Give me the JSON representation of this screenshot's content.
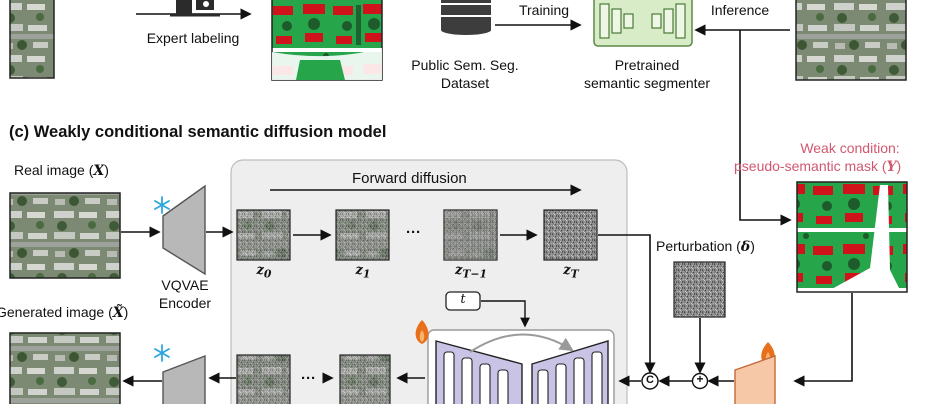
{
  "top": {
    "expert_labeling": "Expert labeling",
    "training": "Training",
    "inference": "Inference",
    "public_dataset_line1": "Public Sem. Seg.",
    "public_dataset_line2": "Dataset",
    "pretrained_line1": "Pretrained",
    "pretrained_line2": "semantic segmenter"
  },
  "section_c": {
    "title": "(c) Weakly conditional semantic diffusion model",
    "real_image": "Real image",
    "real_image_symbol": "X",
    "generated_image": "Generated image",
    "generated_image_symbol": "X̃",
    "vqvae_line1": "VQVAE",
    "vqvae_line2": "Encoder",
    "forward_diffusion": "Forward diffusion",
    "latents": [
      "z0",
      "z1",
      "zT−1",
      "zT"
    ],
    "latent_base": "z",
    "latent_subscripts": [
      "0",
      "1",
      "T−1",
      "T"
    ],
    "ellipsis": "···",
    "time_step": "t",
    "perturbation": "Perturbation",
    "perturbation_symbol": "δ",
    "weak_condition_line1": "Weak condition:",
    "weak_condition_line2": "pseudo-semantic mask",
    "weak_condition_symbol": "Y",
    "concat_symbol": "C",
    "add_symbol": "+"
  },
  "colors": {
    "accent_pink": "#d1586f",
    "mask_red": "#d0131b",
    "mask_green": "#27a54b",
    "mask_dark_green": "#1d5b2a",
    "encoder_gray": "#b8b8b8",
    "unet_purple": "#c9c3e6",
    "segmenter_green": "#d8ecc8",
    "cond_encoder_orange": "#f6c8a8",
    "panel_gray": "#eeeeee"
  },
  "icons": [
    "snowflake-icon",
    "flame-icon",
    "database-icon",
    "expert-person-icon"
  ]
}
